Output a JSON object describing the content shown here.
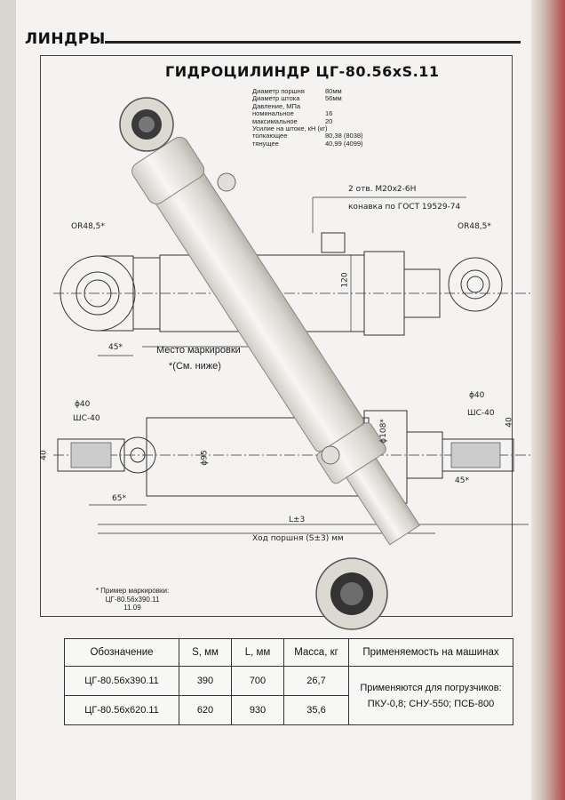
{
  "header": {
    "section": "ЛИНДРЫ"
  },
  "title": "ГИДРОЦИЛИНДР ЦГ-80.56хS.11",
  "specs": {
    "piston_label": "Диаметр поршня",
    "piston_value": "80мм",
    "rod_label": "Диаметр штока",
    "rod_value": "56мм",
    "pressure_label": "Давление, МПа",
    "nominal_label": "номинальное",
    "nominal_value": "16",
    "max_label": "максимальное",
    "max_value": "20",
    "force_label": "Усилие на штоке, кН (кг)",
    "push_label": "толкающее",
    "push_value": "80,38 (8038)",
    "pull_label": "тянущее",
    "pull_value": "40,99 (4099)"
  },
  "drawing": {
    "holes": "2 отв. М20х2-6Н",
    "gost": "конавка по ГОСТ 19529-74",
    "r_left": "OR48,5*",
    "r_right": "OR48,5*",
    "dim_120": "120",
    "dim_45_top": "45*",
    "marking_place": "Место маркировки",
    "see_below": "*(См. ниже)",
    "d40_left": "ϕ40",
    "shs40_left": "ШС-40",
    "dim_40_left": "40",
    "d95": "ϕ95",
    "d108": "ϕ108*",
    "d40_right": "ϕ40",
    "shs40_right": "ШС-40",
    "dim_40_right": "40",
    "dim_45_bottom": "45*",
    "dim_65": "65*",
    "l_tol": "L±3",
    "stroke": "Ход поршня (S±3) мм"
  },
  "example": {
    "title": "* Пример маркировки:",
    "line1": "ЦГ-80.56х390.11",
    "line2": "11.09"
  },
  "table": {
    "headers": [
      "Обозначение",
      "S, мм",
      "L, мм",
      "Масса, кг",
      "Применяемость на машинах"
    ],
    "rows": [
      [
        "ЦГ-80.56х390.11",
        "390",
        "700",
        "26,7"
      ],
      [
        "ЦГ-80.56х620.11",
        "620",
        "930",
        "35,6"
      ]
    ],
    "applicability_1": "Применяются для погрузчиков:",
    "applicability_2": "ПКУ-0,8; СНУ-550; ПСБ-800"
  },
  "colors": {
    "paper": "#f4f3f1",
    "ink": "#222222",
    "cylinder": "#e6e4df",
    "spine": "#b34a4a"
  }
}
